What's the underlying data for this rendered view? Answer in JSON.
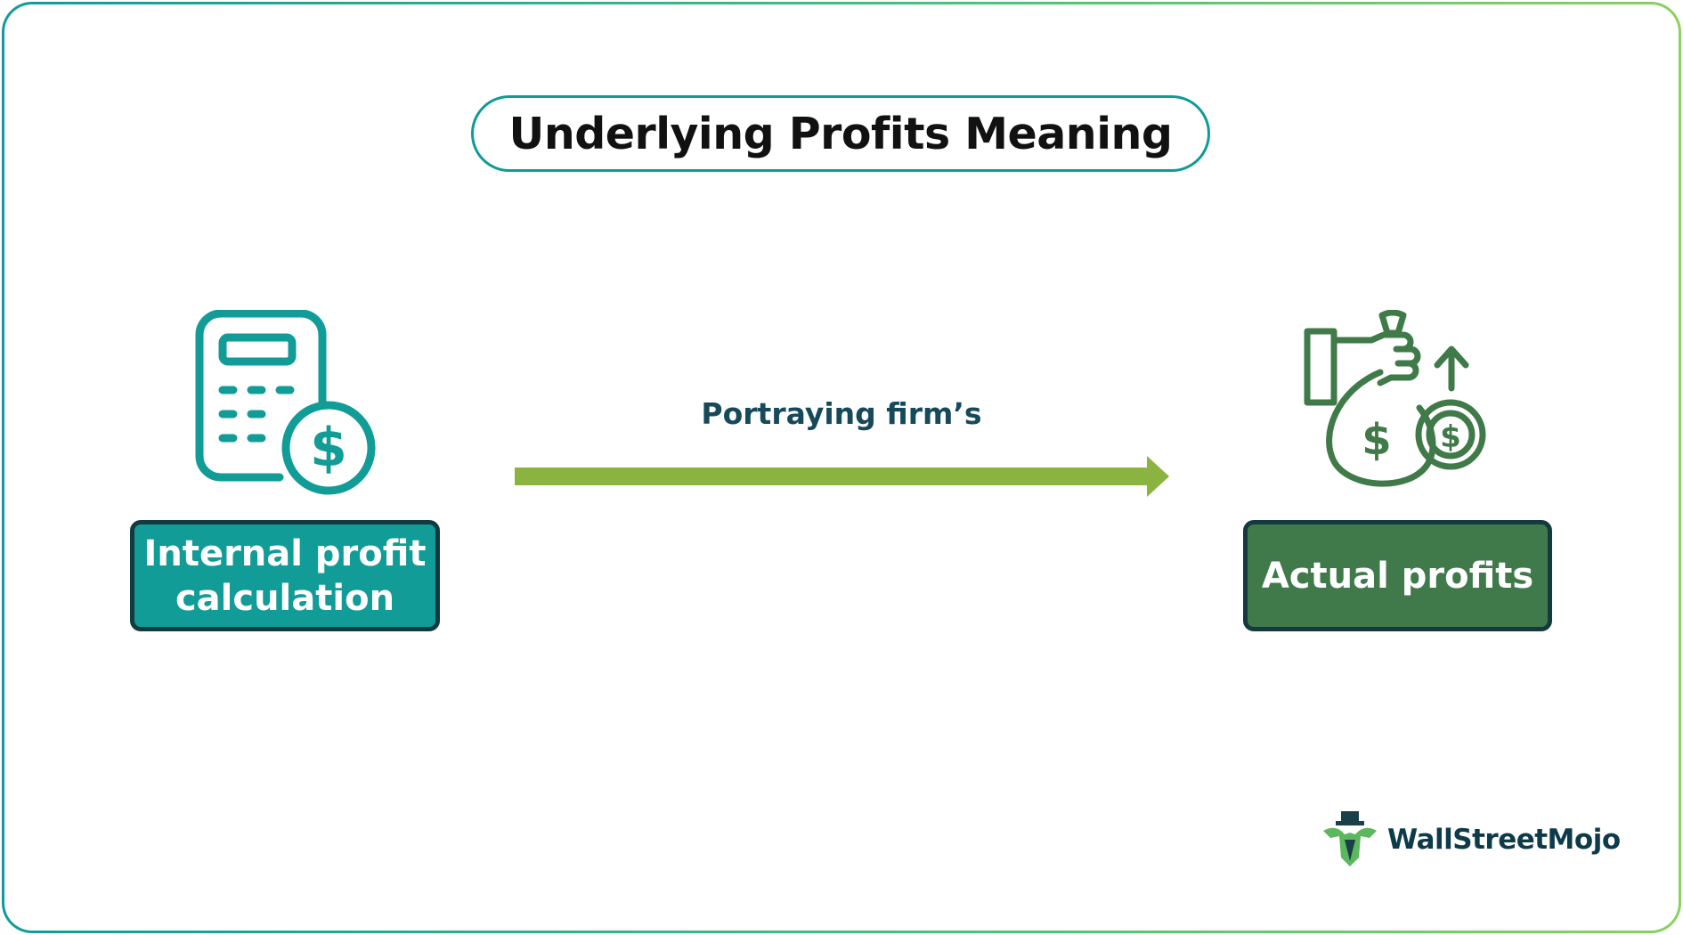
{
  "title": "Underlying Profits Meaning",
  "left_node": {
    "label": "Internal profit calculation",
    "icon": "calculator-dollar-icon",
    "color": "#119c98"
  },
  "right_node": {
    "label": "Actual profits",
    "icon": "money-bag-growth-icon",
    "color": "#407a4a"
  },
  "connector": {
    "label": "Portraying firm’s",
    "color": "#8ab43f"
  },
  "brand": {
    "name": "WallStreetMojo",
    "icon": "wallstreetmojo-logo-icon"
  },
  "colors": {
    "border_gradient": [
      "#0f9b9b",
      "#8ad15f"
    ],
    "text_dark": "#16495a"
  }
}
